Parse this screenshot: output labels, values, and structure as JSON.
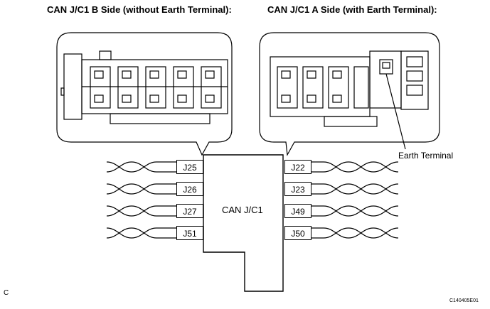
{
  "titles": {
    "b_side": "CAN J/C1 B Side (without Earth Terminal):",
    "a_side": "CAN J/C1 A Side (with Earth Terminal):"
  },
  "labels": {
    "earth_terminal": "Earth Terminal",
    "junction": "CAN J/C1",
    "corner": "C",
    "figure_code": "C140405E01"
  },
  "pins": {
    "left": [
      "J25",
      "J26",
      "J27",
      "J51"
    ],
    "right": [
      "J22",
      "J23",
      "J49",
      "J50"
    ]
  }
}
